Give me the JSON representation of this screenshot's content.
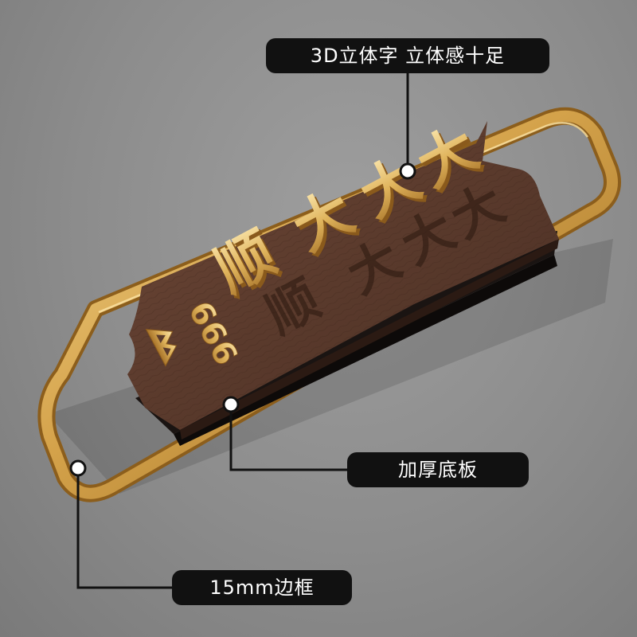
{
  "callouts": {
    "feature_3d": "3D立体字  立体感十足",
    "thick_base": "加厚底板",
    "frame": "15mm边框"
  },
  "sign": {
    "name_chars": [
      "大",
      "大",
      "大",
      "顺"
    ],
    "number": "666"
  },
  "colors": {
    "background": "#8f8f8f",
    "gold": "#d4a24a",
    "wood": "#5a3a2c",
    "callout_bg": "#111111"
  }
}
